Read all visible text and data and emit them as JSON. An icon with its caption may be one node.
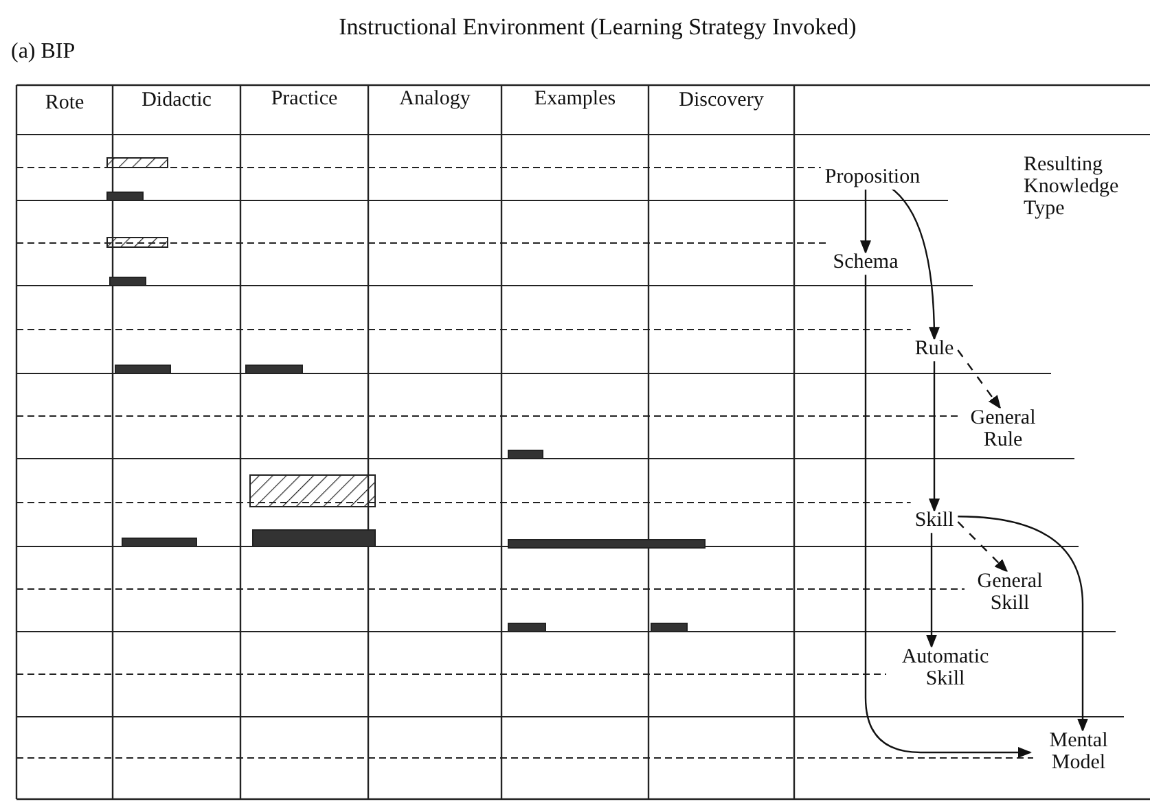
{
  "diagram": {
    "title": "Instructional Environment (Learning Strategy Invoked)",
    "nodes": [
      {
        "text": [
          "Proposition"
        ]
      },
      {
        "text": [
          "Schema"
        ]
      },
      {
        "text": [
          "Rule"
        ]
      },
      {
        "text": [
          "General Rule"
        ]
      },
      {
        "text": [
          "Skill"
        ]
      },
      {
        "text": [
          "General Skill"
        ]
      },
      {
        "text": [
          "Automatic Skill"
        ]
      },
      {
        "text": [
          "Mental Model"
        ]
      }
    ],
    "edges": [
      {
        "from": 0,
        "to": 1,
        "arrow": "to"
      },
      {
        "from": 0,
        "to": 2,
        "arrow": "to"
      },
      {
        "from": 2,
        "to": 3,
        "arrow": "to",
        "style": "dashed"
      },
      {
        "from": 2,
        "to": 4,
        "arrow": "to"
      },
      {
        "from": 4,
        "to": 5,
        "arrow": "to",
        "style": "dashed"
      },
      {
        "from": 4,
        "to": 6,
        "arrow": "to"
      },
      {
        "from": 4,
        "to": 7,
        "arrow": "to"
      },
      {
        "from": 1,
        "to": 7,
        "arrow": "to"
      }
    ],
    "labels": [
      "(a) BIP",
      "Rote",
      "Didactic",
      "Practice",
      "Analogy",
      "Examples",
      "Discovery",
      "Resulting Knowledge Type"
    ]
  }
}
